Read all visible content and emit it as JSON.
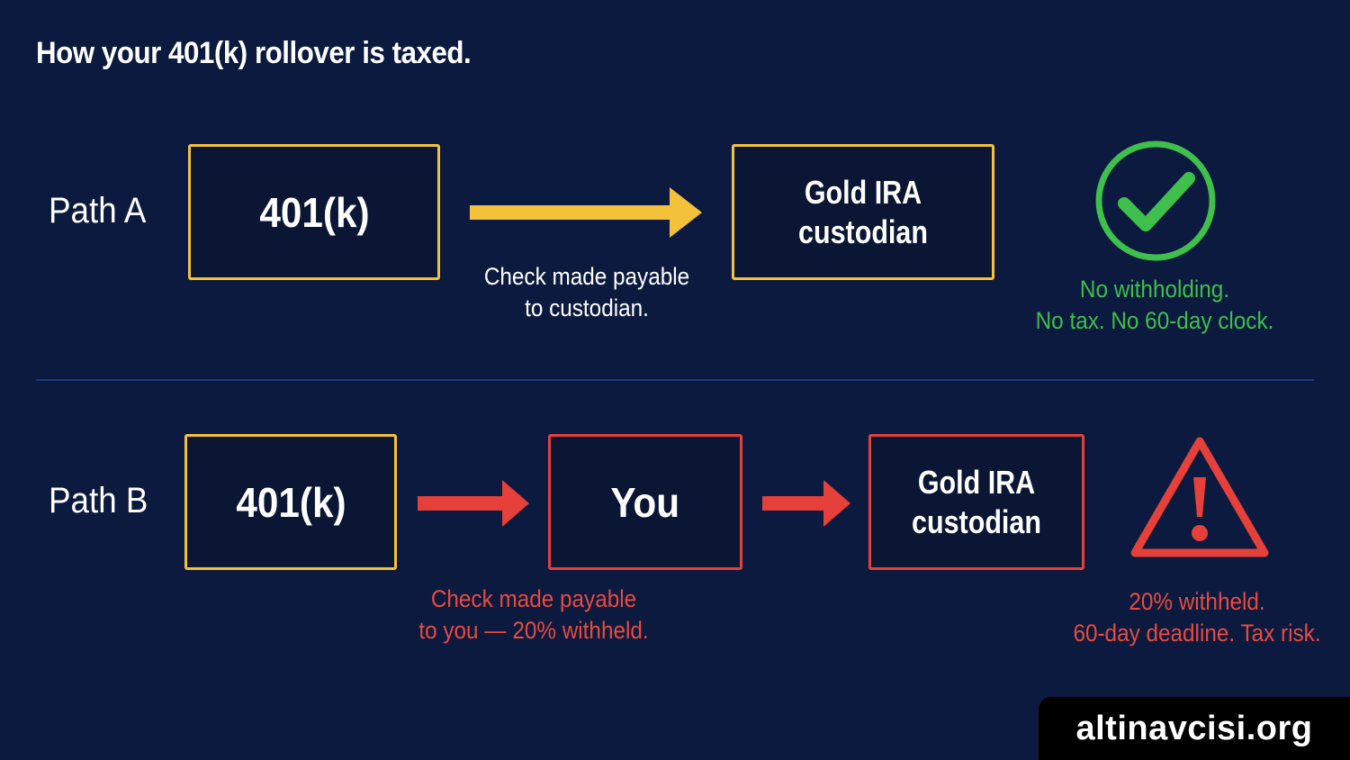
{
  "title": "How your 401(k) rollover is taxed.",
  "path_a": {
    "label": "Path A",
    "source": "401(k)",
    "destination": [
      "Gold IRA",
      "custodian"
    ],
    "transfer_note": [
      "Check made payable",
      "to custodian."
    ],
    "outcome": [
      "No withholding.",
      "No tax. No 60-day clock."
    ],
    "outcome_icon": "check-circle-icon"
  },
  "path_b": {
    "label": "Path B",
    "source": "401(k)",
    "intermediate": "You",
    "destination": [
      "Gold IRA",
      "custodian"
    ],
    "transfer_note": [
      "Check made payable",
      "to you — 20% withheld."
    ],
    "outcome": [
      "20% withheld.",
      "60-day deadline. Tax risk."
    ],
    "outcome_icon": "warning-triangle-icon"
  },
  "watermark": "altinavcisi.org",
  "colors": {
    "background": "#0b1a3e",
    "yellow": "#f4c13a",
    "red": "#e5403a",
    "green": "#3fbf4b",
    "divider": "#1c3a86"
  }
}
